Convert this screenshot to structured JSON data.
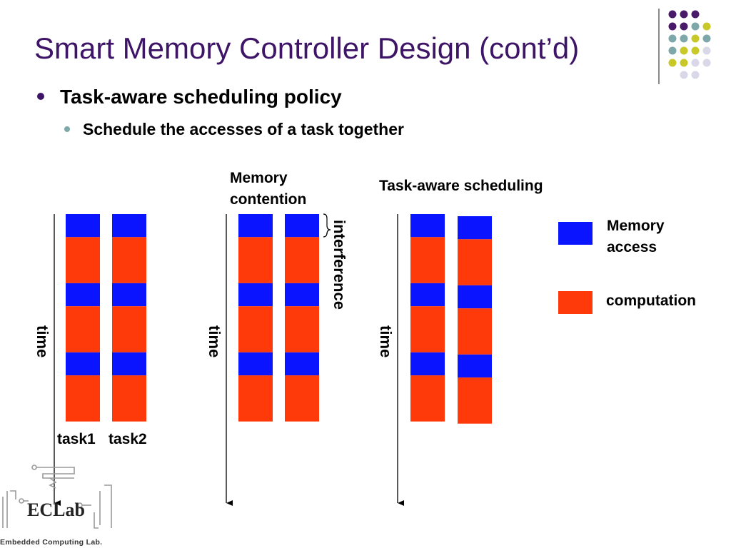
{
  "slide": {
    "title": "Smart Memory Controller Design (cont’d)",
    "bullet_main": "Task-aware scheduling policy",
    "bullet_sub": "Schedule the accesses of a task together"
  },
  "diagram": {
    "panel_labels": {
      "contention_line1": "Memory",
      "contention_line2": "contention",
      "task_aware": "Task-aware scheduling"
    },
    "time_label": "time",
    "interference_label": "interference",
    "task_labels": [
      "task1",
      "task2"
    ],
    "legend": {
      "memory_access_line1": "Memory",
      "memory_access_line2": "access",
      "computation": "computation"
    },
    "colors": {
      "memory_access": "#0a14ff",
      "computation": "#ff3a0a",
      "title": "#3d1466"
    }
  },
  "branding": {
    "logo_text": "ECLab",
    "footer": "Embedded Computing Lab."
  },
  "theme": {
    "dot_colors": [
      "#4a1a6a",
      "#7da7a8",
      "#c8c828",
      "#d8d8e8"
    ]
  }
}
